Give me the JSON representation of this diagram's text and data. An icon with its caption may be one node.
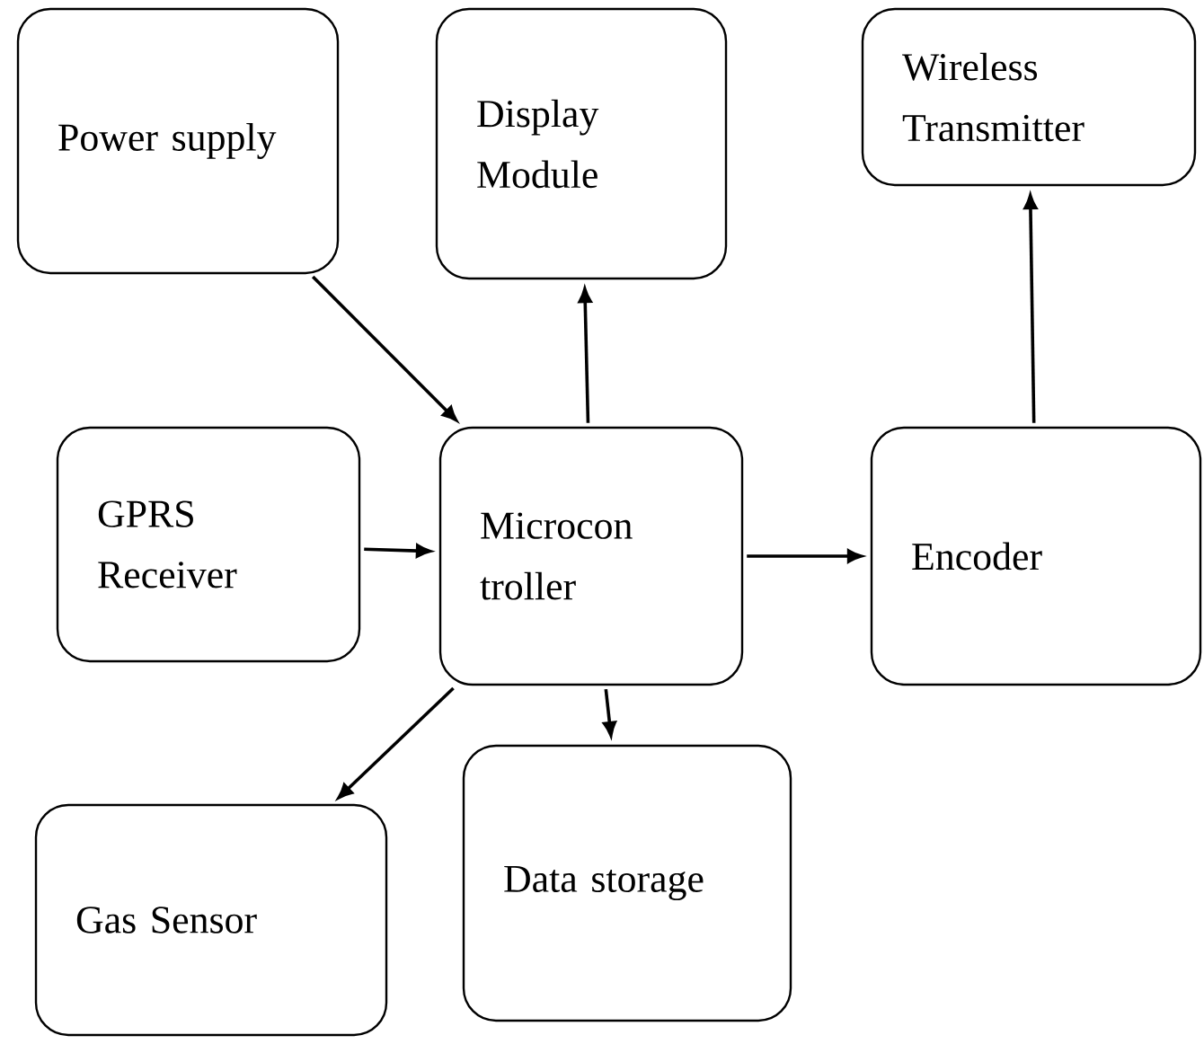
{
  "diagram": {
    "nodes": [
      {
        "text": [
          "Power supply"
        ]
      },
      {
        "text": [
          "Display Module"
        ]
      },
      {
        "text": [
          "Wireless Transmitter"
        ]
      },
      {
        "text": [
          "GPRS Receiver"
        ]
      },
      {
        "text": [
          "Microcon troller"
        ]
      },
      {
        "text": [
          "Encoder"
        ]
      },
      {
        "text": [
          "Gas Sensor"
        ]
      },
      {
        "text": [
          "Data storage"
        ]
      }
    ],
    "edges": [
      {
        "from": 0,
        "to": 4,
        "arrow": "to"
      },
      {
        "from": 4,
        "to": 1,
        "arrow": "to"
      },
      {
        "from": 5,
        "to": 2,
        "arrow": "to"
      },
      {
        "from": 3,
        "to": 4,
        "arrow": "to"
      },
      {
        "from": 4,
        "to": 5,
        "arrow": "to"
      },
      {
        "from": 4,
        "to": 6,
        "arrow": "to"
      },
      {
        "from": 4,
        "to": 7,
        "arrow": "to"
      }
    ]
  }
}
